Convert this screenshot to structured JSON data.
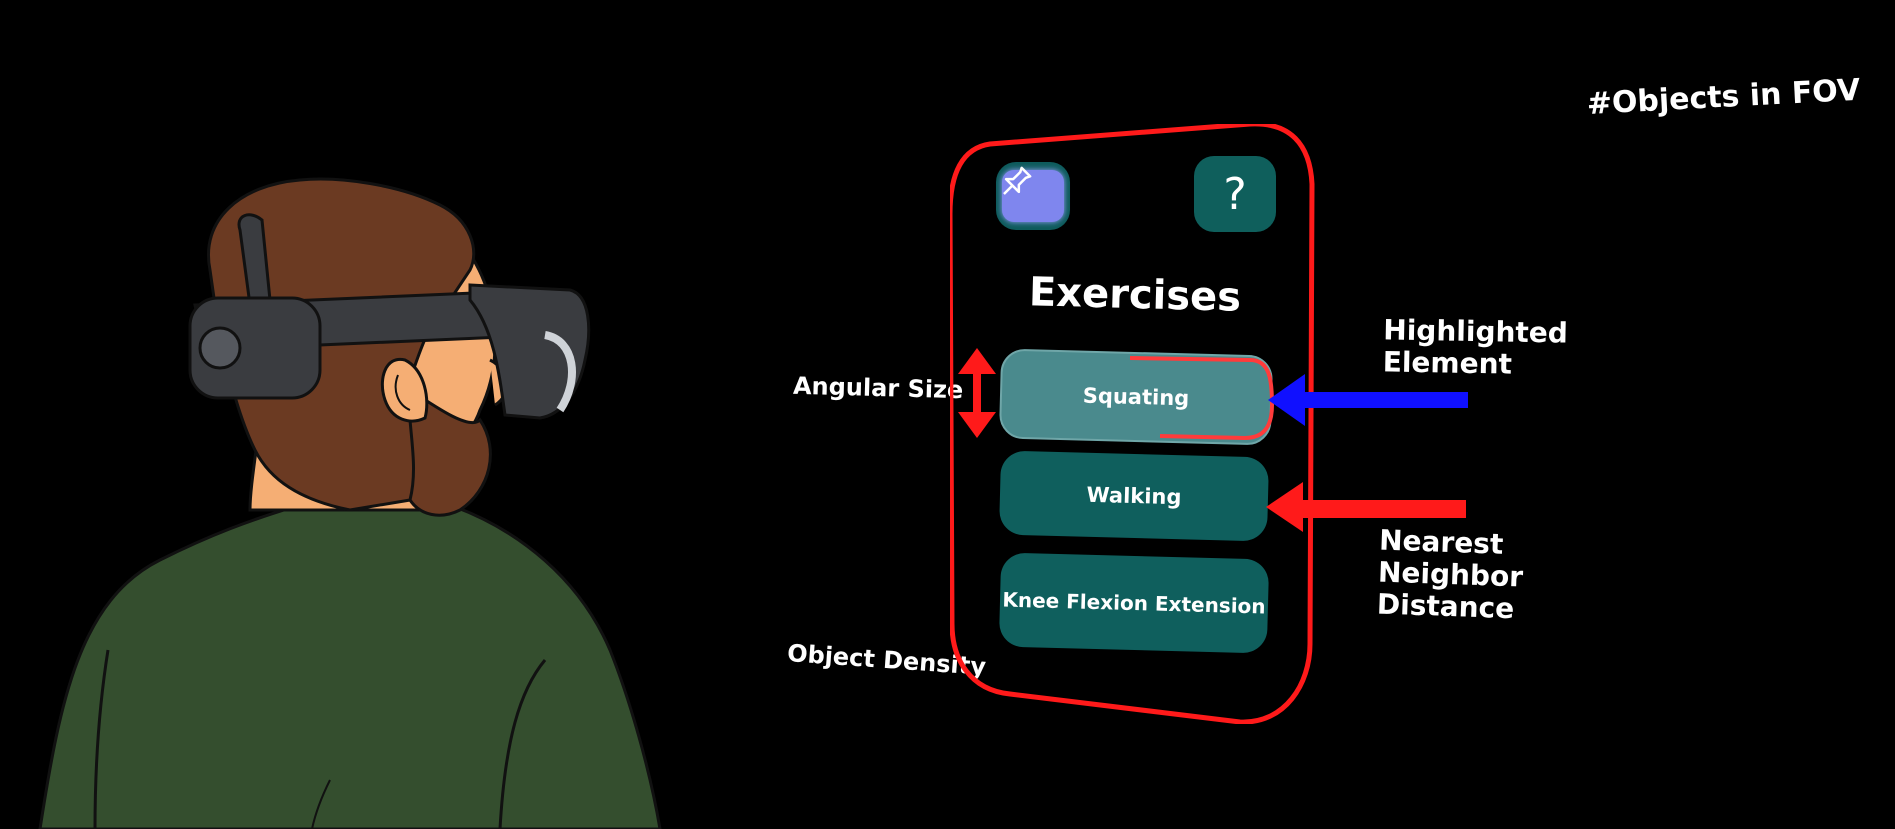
{
  "annotations": {
    "objects_in_fov": "#Objects in FOV",
    "angular_size": "Angular Size",
    "object_density": "Object Density",
    "highlighted_element": [
      "Highlighted",
      "Element"
    ],
    "nearest_neighbor": [
      "Nearest",
      "Neighbor",
      "Distance"
    ]
  },
  "panel": {
    "title": "Exercises",
    "help_symbol": "?",
    "pin_icon": "pushpin-icon",
    "exercises": [
      "Squating",
      "Walking",
      "Knee Flexion Extension"
    ]
  },
  "colors": {
    "frame_red": "#ff1a1a",
    "arrow_blue": "#1010ff",
    "button_teal": "#0f5f5d",
    "highlight_teal": "#4a8a8d",
    "pin_purple": "#7f86ee",
    "shirt_green": "#344e2e",
    "hair_brown": "#6b3a22",
    "skin": "#f5ae74",
    "headset_gray": "#3a3c40"
  }
}
